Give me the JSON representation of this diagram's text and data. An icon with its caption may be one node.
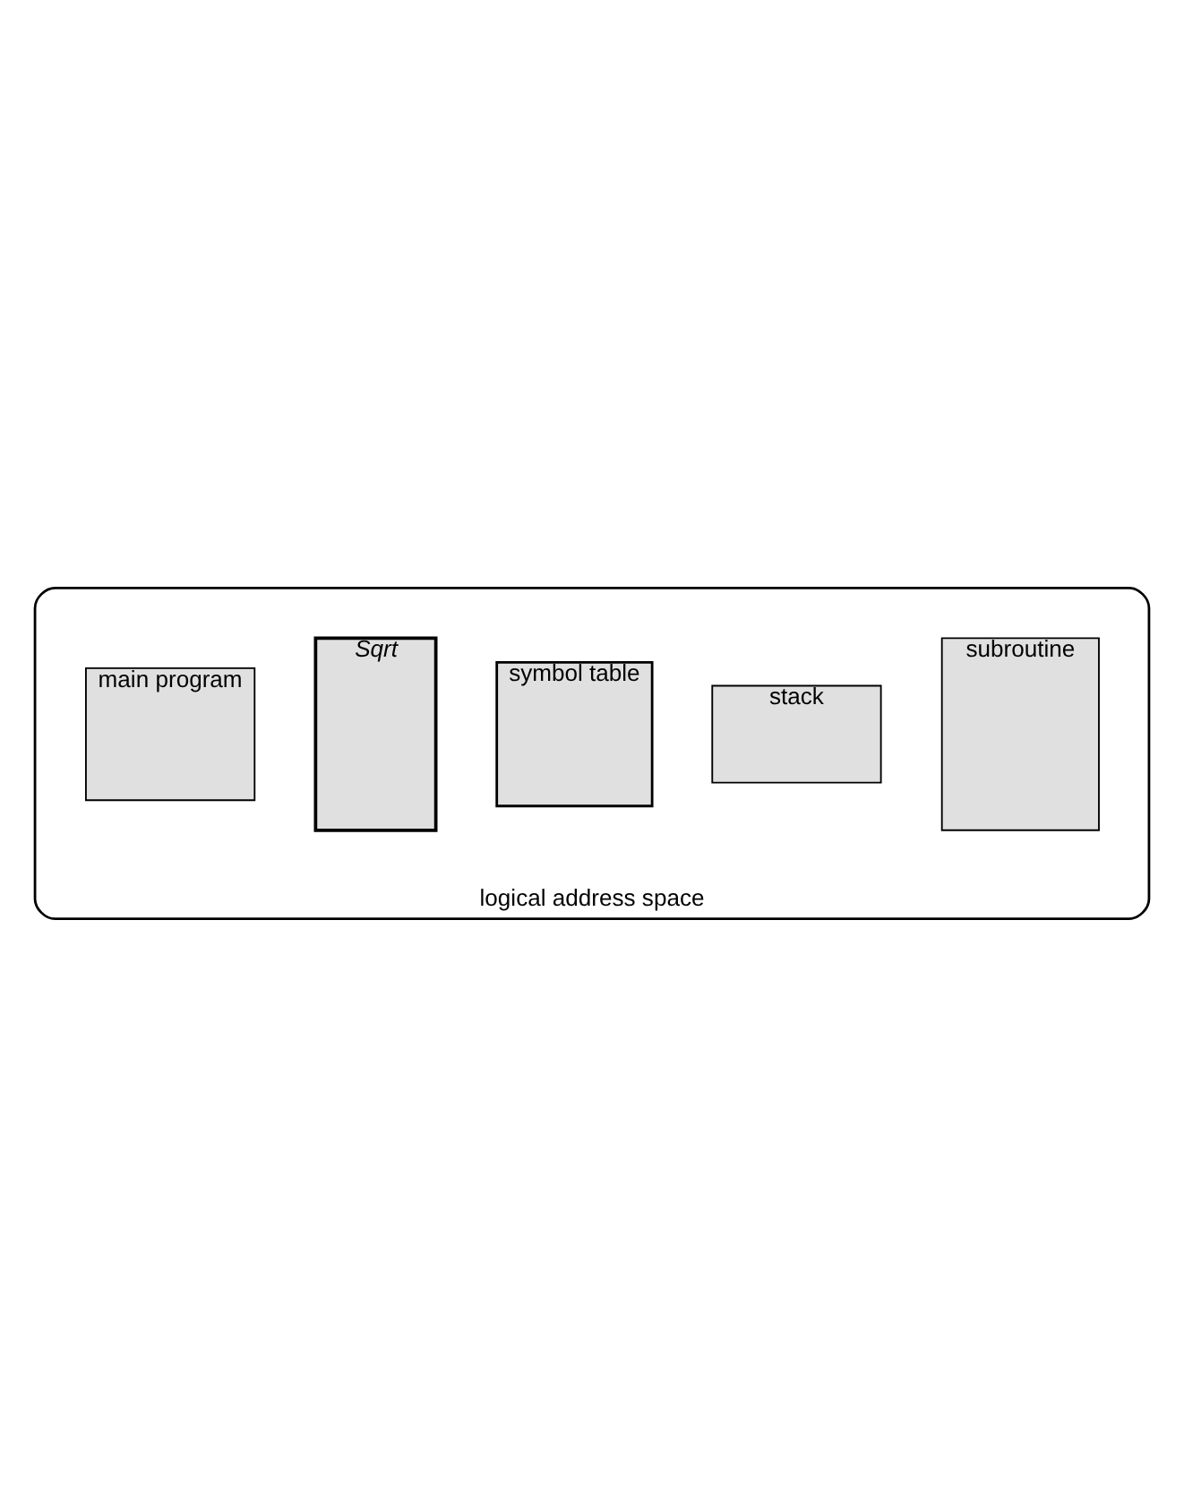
{
  "diagram": {
    "nodes": [
      {
        "text": [
          "logical address space"
        ]
      },
      {
        "text": [
          "subroutine"
        ],
        "in": 0
      },
      {
        "text": [
          "stack"
        ],
        "in": 0
      },
      {
        "text": [
          "symbol table"
        ],
        "in": 0
      },
      {
        "text": [
          "Sqrt"
        ],
        "in": 0
      },
      {
        "text": [
          "main program"
        ],
        "in": 0
      }
    ],
    "edges": []
  }
}
